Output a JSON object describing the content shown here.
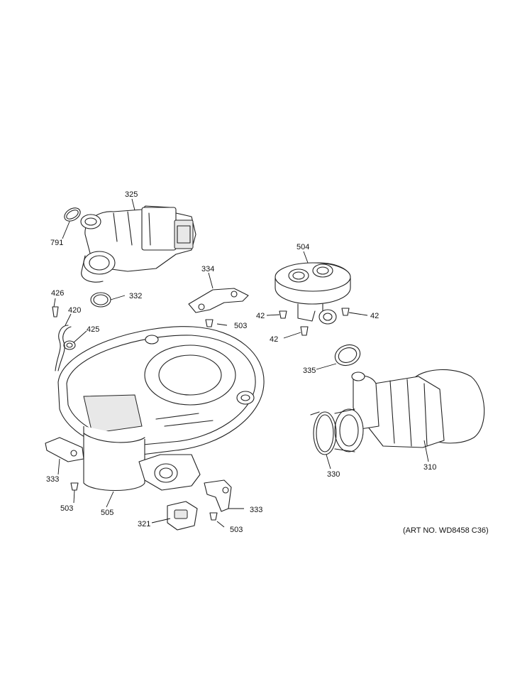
{
  "diagram": {
    "art_no": "(ART NO. WD8458 C36)",
    "callouts": {
      "c325": "325",
      "c791": "791",
      "c426": "426",
      "c332": "332",
      "c420": "420",
      "c425": "425",
      "c334": "334",
      "c503a": "503",
      "c504": "504",
      "c42a": "42",
      "c42b": "42",
      "c42c": "42",
      "c335": "335",
      "c333a": "333",
      "c503b": "503",
      "c505": "505",
      "c321": "321",
      "c333b": "333",
      "c503c": "503",
      "c330": "330",
      "c310": "310"
    }
  }
}
